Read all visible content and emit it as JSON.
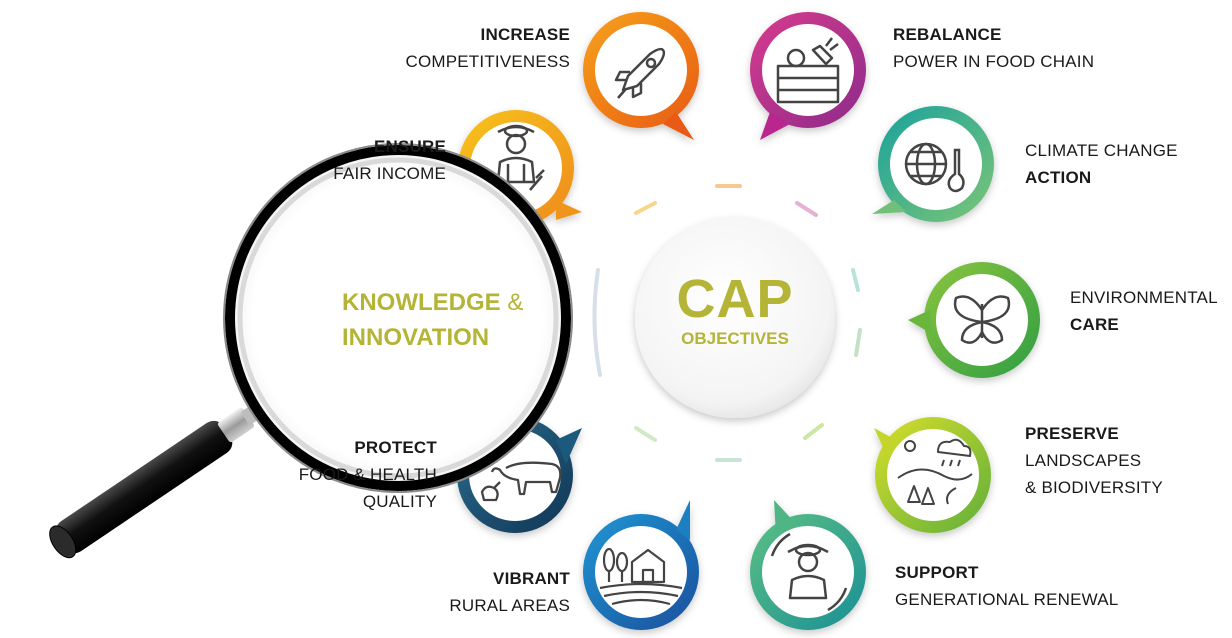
{
  "center": {
    "title": "CAP",
    "subtitle": "OBJECTIVES"
  },
  "lens": {
    "line1": "KNOWLEDGE",
    "amp": "&",
    "line2": "INNOVATION"
  },
  "objectives": [
    {
      "id": "competitiveness",
      "bold": "INCREASE",
      "regular": "COMPETITIVENESS",
      "icon": "rocket-icon",
      "color": "#f07d16"
    },
    {
      "id": "food-chain",
      "bold": "REBALANCE",
      "regular": "POWER IN FOOD CHAIN",
      "icon": "produce-crate-icon",
      "color": "#b8268e"
    },
    {
      "id": "climate",
      "regular": "CLIMATE CHANGE",
      "bold": "ACTION",
      "icon": "globe-thermometer-icon",
      "color": "#21a890"
    },
    {
      "id": "environment",
      "regular": "ENVIRONMENTAL",
      "bold": "CARE",
      "icon": "butterfly-icon",
      "color": "#4caf38"
    },
    {
      "id": "landscapes",
      "bold": "PRESERVE",
      "regular": "LANDSCAPES",
      "regular2": "& BIODIVERSITY",
      "icon": "landscape-icon",
      "color": "#9cc31f"
    },
    {
      "id": "generational",
      "bold": "SUPPORT",
      "regular": "GENERATIONAL RENEWAL",
      "icon": "young-farmer-icon",
      "color": "#1f9b86"
    },
    {
      "id": "rural",
      "bold": "VIBRANT",
      "regular": "RURAL AREAS",
      "icon": "rural-farmhouse-icon",
      "color": "#1c6fb5"
    },
    {
      "id": "food-health",
      "bold": "PROTECT",
      "regular": "FOOD & HEALTH",
      "regular2": "QUALITY",
      "icon": "livestock-icon",
      "color": "#18496e"
    },
    {
      "id": "income",
      "bold": "ENSURE",
      "regular": "FAIR INCOME",
      "icon": "farmer-icon",
      "color": "#f2a21b"
    }
  ]
}
